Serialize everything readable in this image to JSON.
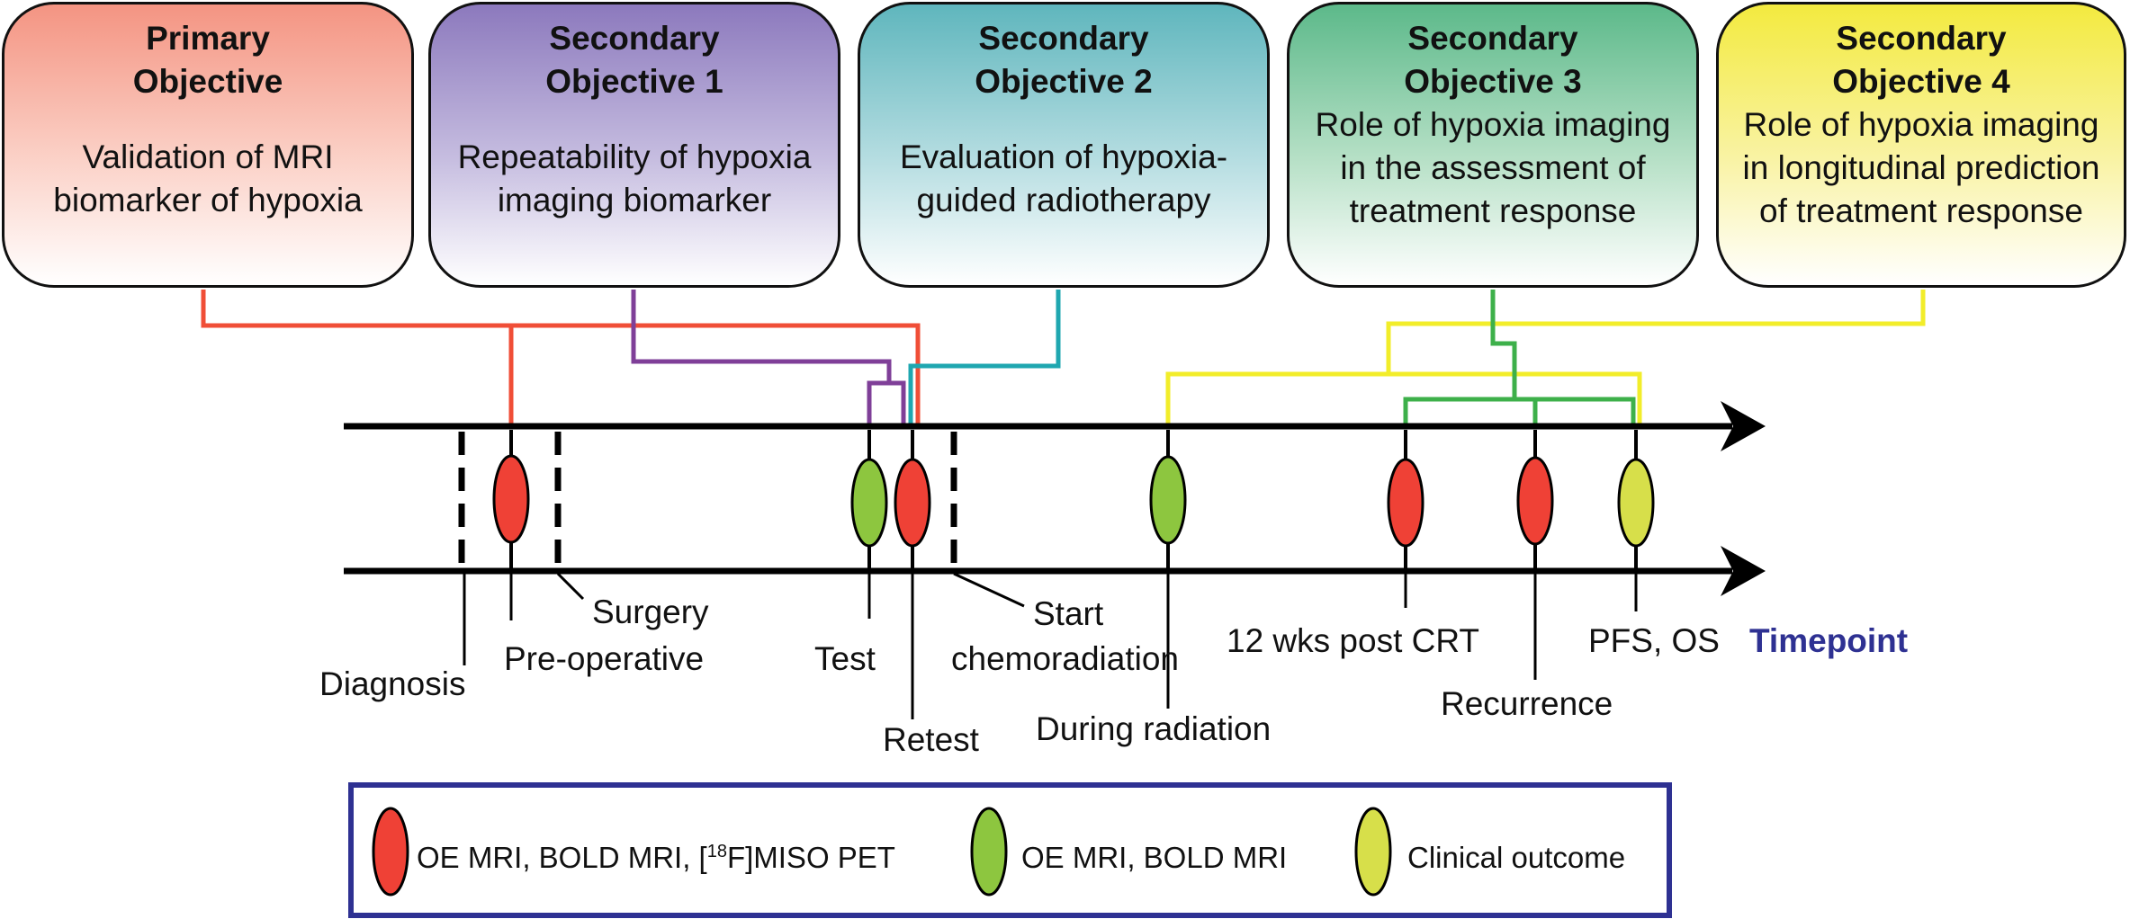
{
  "objectives": [
    {
      "title": "Primary\nObjective",
      "description": "Validation of MRI biomarker of hypoxia",
      "color": "#f04e37"
    },
    {
      "title": "Secondary\nObjective 1",
      "description": "Repeatability of hypoxia imaging biomarker",
      "color": "#7f3f98"
    },
    {
      "title": "Secondary\nObjective 2",
      "description": "Evaluation of hypoxia-guided radiotherapy",
      "color": "#1fa7b0"
    },
    {
      "title": "Secondary\nObjective  3",
      "description": "Role of hypoxia imaging in the assessment of treatment response",
      "color": "#3db04a"
    },
    {
      "title": "Secondary\nObjective  4",
      "description": "Role of hypoxia imaging in longitudinal prediction of treatment response",
      "color": "#f2ed2a"
    }
  ],
  "timepoints": {
    "heading": "Timepoint",
    "labels": {
      "diagnosis": "Diagnosis",
      "pre_operative": "Pre-operative",
      "surgery": "Surgery",
      "test": "Test",
      "retest": "Retest",
      "start_chemoradiation_line1": "Start",
      "start_chemoradiation_line2": "chemoradiation",
      "during_radiation": "During radiation",
      "post_crt": "12 wks post CRT",
      "recurrence": "Recurrence",
      "pfs_os": "PFS, OS"
    }
  },
  "legend": {
    "items": [
      {
        "label_prefix": "OE MRI, BOLD MRI, [",
        "label_sup": "18",
        "label_suffix": "F]MISO PET",
        "color": "#ef4136"
      },
      {
        "label": "OE MRI, BOLD MRI",
        "color": "#8dc63f"
      },
      {
        "label": "Clinical outcome",
        "color": "#d7df4a"
      }
    ],
    "border_color": "#2e3192"
  },
  "marker_colors": {
    "red": "#ef4136",
    "green": "#8dc63f",
    "yellow": "#d7df4a"
  }
}
